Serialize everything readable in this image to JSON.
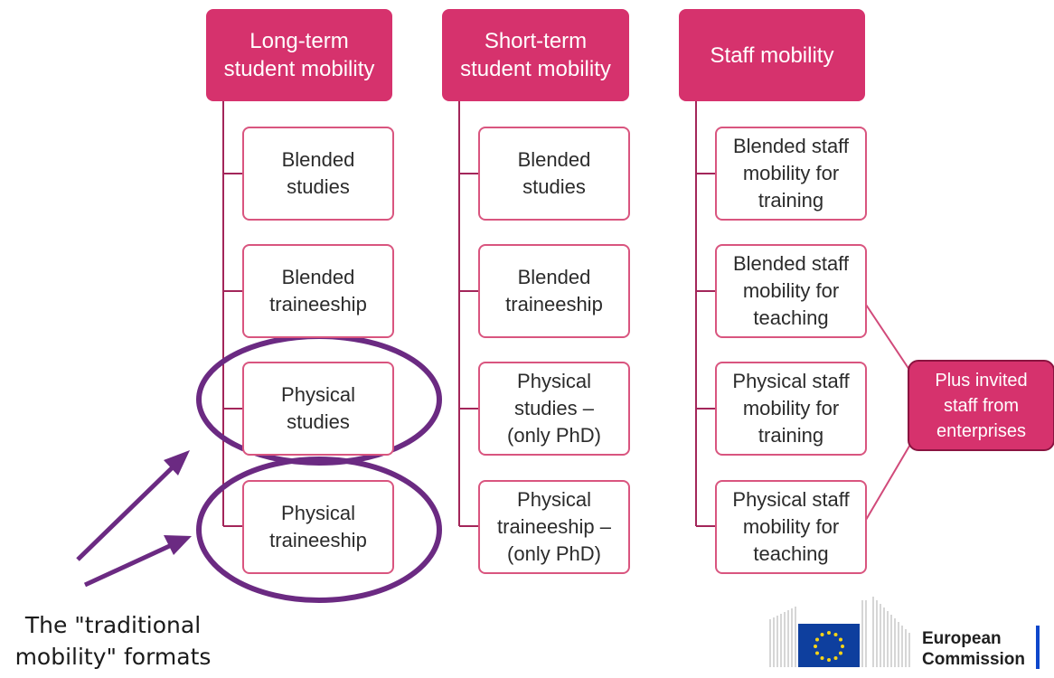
{
  "columns": [
    {
      "header": [
        "Long-term",
        "student mobility"
      ],
      "items": [
        [
          "Blended",
          "studies"
        ],
        [
          "Blended",
          "traineeship"
        ],
        [
          "Physical",
          "studies"
        ],
        [
          "Physical",
          "traineeship"
        ]
      ]
    },
    {
      "header": [
        "Short-term",
        "student mobility"
      ],
      "items": [
        [
          "Blended",
          "studies"
        ],
        [
          "Blended",
          "traineeship"
        ],
        [
          "Physical",
          "studies –",
          "(only PhD)"
        ],
        [
          "Physical",
          "traineeship –",
          "(only PhD)"
        ]
      ]
    },
    {
      "header": [
        "Staff mobility"
      ],
      "items": [
        [
          "Blended staff",
          "mobility for",
          "training"
        ],
        [
          "Blended staff",
          "mobility for",
          "teaching"
        ],
        [
          "Physical staff",
          "mobility for",
          "training"
        ],
        [
          "Physical staff",
          "mobility for",
          "teaching"
        ]
      ]
    }
  ],
  "plus_box": [
    "Plus invited",
    "staff from",
    "enterprises"
  ],
  "caption": [
    "The \"traditional",
    "mobility\" formats"
  ],
  "logo": {
    "line1": "European",
    "line2": "Commission"
  },
  "colors": {
    "header_fill": "#d6326d",
    "box_border": "#d9557f",
    "connector": "#a3265a",
    "highlight_ellipse": "#6b2a82",
    "eu_blue": "#0e3f9e",
    "eu_star": "#f7d417"
  }
}
